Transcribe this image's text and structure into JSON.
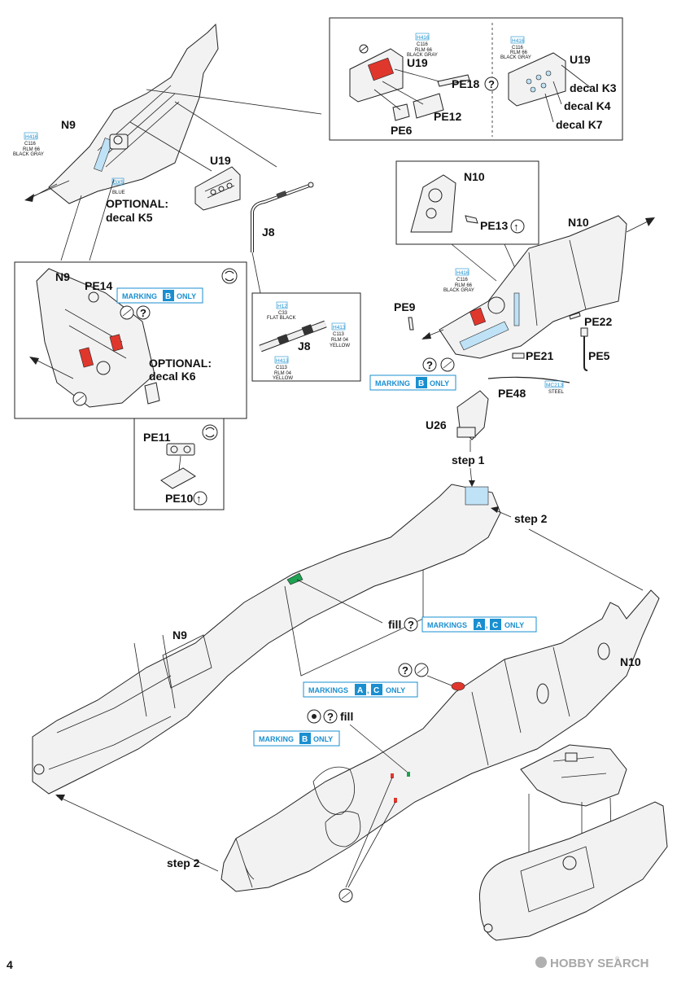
{
  "page_number": "4",
  "watermark": {
    "brand": "HOBBY SEARCH",
    "symbol": "®"
  },
  "parts": {
    "n9_top": "N9",
    "u19_main": "U19",
    "j8_main": "J8",
    "optional_k5_line1": "OPTIONAL:",
    "optional_k5_line2": "decal K5",
    "inset_u19_left": "U19",
    "pe18": "PE18",
    "pe12": "PE12",
    "pe6": "PE6",
    "inset_u19_right": "U19",
    "decal_k3": "decal K3",
    "decal_k4": "decal K4",
    "decal_k7": "decal K7",
    "n10_inset": "N10",
    "pe13": "PE13",
    "n10_main": "N10",
    "pe9": "PE9",
    "pe22": "PE22",
    "pe21": "PE21",
    "pe5": "PE5",
    "pe48": "PE48",
    "u26": "U26",
    "step1": "step 1",
    "step2_right": "step 2",
    "n9_inset": "N9",
    "pe14": "PE14",
    "optional_k6_line1": "OPTIONAL:",
    "optional_k6_line2": "decal K6",
    "pe11": "PE11",
    "pe10": "PE10",
    "j8_inset": "J8",
    "n9_bottom": "N9",
    "n10_bottom": "N10",
    "fill_1": "fill",
    "fill_2": "fill",
    "step2_bottom": "step 2"
  },
  "paints": {
    "top_left": {
      "h": "H416",
      "c": "C116",
      "rlm": "RLM 66",
      "name": "BLACK GRAY"
    },
    "gx5": {
      "code": "GX5",
      "name": "BLUE"
    },
    "inset_left": {
      "h": "H416",
      "c": "C116",
      "rlm": "RLM 66",
      "name": "BLACK GRAY"
    },
    "inset_right": {
      "h": "H416",
      "c": "C116",
      "rlm": "RLM 66",
      "name": "BLACK GRAY"
    },
    "n10": {
      "h": "H416",
      "c": "C116",
      "rlm": "RLM 66",
      "name": "BLACK GRAY"
    },
    "mc213": {
      "code": "MC213",
      "name": "STEEL"
    },
    "j8_black": {
      "h": "H12",
      "c": "C33",
      "name": "FLAT BLACK"
    },
    "j8_yellow1": {
      "h": "H413",
      "c": "C113",
      "rlm": "RLM 04",
      "name": "YELLOW"
    },
    "j8_yellow2": {
      "h": "H413",
      "c": "C113",
      "rlm": "RLM 04",
      "name": "YELLOW"
    }
  },
  "markings": {
    "b_only_1": {
      "word": "MARKING",
      "letter": "B",
      "suffix": "ONLY"
    },
    "b_only_2": {
      "word": "MARKING",
      "letter": "B",
      "suffix": "ONLY"
    },
    "b_only_3": {
      "word": "MARKING",
      "letter": "B",
      "suffix": "ONLY"
    },
    "ac_only_1": {
      "word": "MARKINGS",
      "letter1": "A",
      "sep": ",",
      "letter2": "C",
      "suffix": "ONLY"
    },
    "ac_only_2": {
      "word": "MARKINGS",
      "letter1": "A",
      "sep": ",",
      "letter2": "C",
      "suffix": "ONLY"
    }
  },
  "symbols": {
    "question": "?",
    "arrow": "↑"
  },
  "colors": {
    "red": "#e0372d",
    "blue": "#bfe2f6",
    "green": "#1ea152",
    "accent": "#1a8fd0"
  }
}
